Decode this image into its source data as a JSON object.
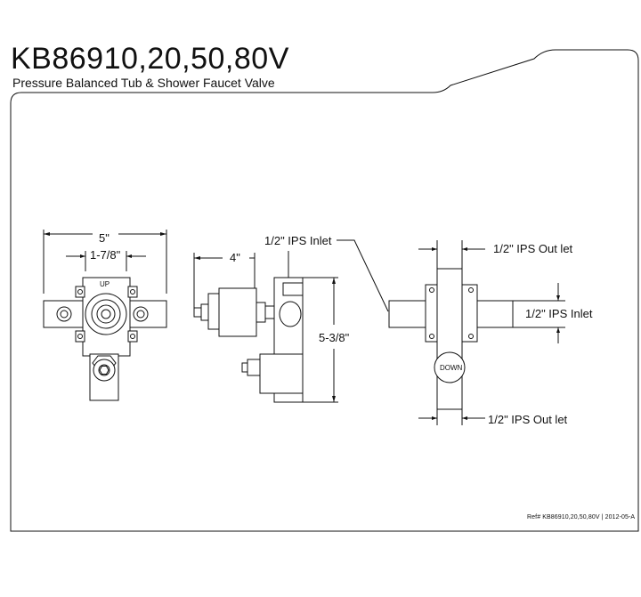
{
  "header": {
    "model": "KB86910,20,50,80V",
    "description": "Pressure Balanced Tub & Shower Faucet Valve"
  },
  "front_view": {
    "overall_width": "5\"",
    "inner_width": "1-7/8\"",
    "up_label": "UP"
  },
  "side_view": {
    "depth": "4\"",
    "height": "5-3/8\"",
    "inlet_label": "1/2\" IPS Inlet"
  },
  "rear_view": {
    "top_outlet": "1/2\" IPS Out let",
    "side_inlet": "1/2\" IPS Inlet",
    "bottom_outlet": "1/2\" IPS Out let",
    "down_label": "DOWN"
  },
  "footer": {
    "reference": "Ref# KB86910,20,50,80V | 2012-05-A"
  }
}
